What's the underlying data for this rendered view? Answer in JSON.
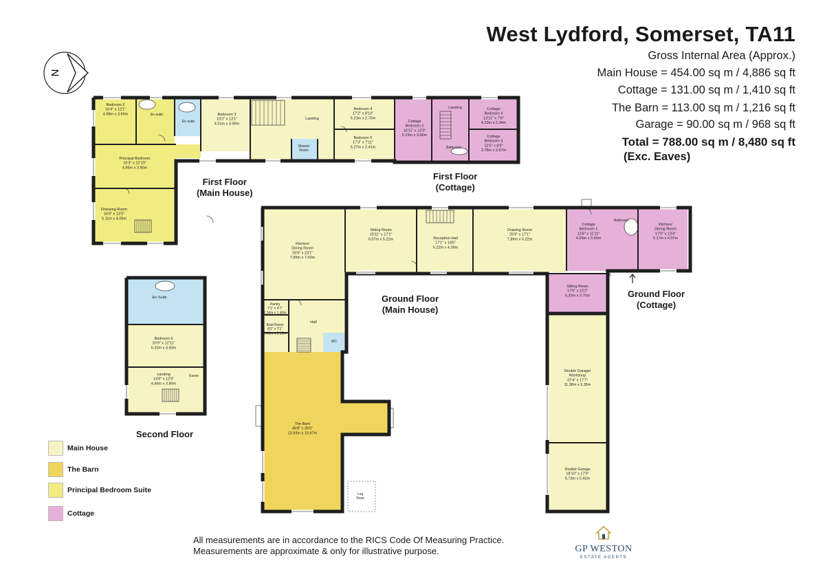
{
  "header": {
    "title": "West Lydford, Somerset, TA11",
    "gia": "Gross Internal Area (Approx.)",
    "areas": [
      "Main House = 454.00 sq m / 4,886 sq ft",
      "Cottage = 131.00 sq m / 1,410 sq ft",
      "The Barn = 113.00 sq m / 1,216 sq ft",
      "Garage = 90.00 sq m / 968 sq ft"
    ],
    "total": "Total = 788.00 sq m / 8,480 sq ft",
    "exc": "(Exc. Eaves)"
  },
  "compass": {
    "letter": "N"
  },
  "floor_labels": {
    "first_main_1": "First Floor",
    "first_main_2": "(Main House)",
    "first_cottage_1": "First Floor",
    "first_cottage_2": "(Cottage)",
    "ground_main_1": "Ground Floor",
    "ground_main_2": "(Main House)",
    "ground_cottage_1": "Ground Floor",
    "ground_cottage_2": "(Cottage)",
    "second": "Second Floor"
  },
  "colors": {
    "main_house": "#f7f4c4",
    "barn": "#efd55e",
    "principal_suite": "#f1ec82",
    "cottage": "#e6b1d9",
    "ensuite": "#c3e3f2",
    "wall": "#1e1e1e"
  },
  "legend": [
    {
      "label": "Main House",
      "color": "#f7f4c4"
    },
    {
      "label": "The Barn",
      "color": "#efd55e"
    },
    {
      "label": "Principal Bedroom Suite",
      "color": "#f1ec82"
    },
    {
      "label": "Cottage",
      "color": "#e6b1d9"
    }
  ],
  "rooms": {
    "bed2": [
      "Bedroom 2",
      "16'4\" x 12'1\"",
      "4.98m x 3.69m"
    ],
    "ensuite_a": [
      "En-suite"
    ],
    "ensuite_b": [
      "En-suite"
    ],
    "bed3": [
      "Bedroom 3",
      "13'2\" x 13'1\"",
      "4.01m x 3.99m"
    ],
    "landing_ff": [
      "Landing"
    ],
    "bed4": [
      "Bedroom 4",
      "17'2\" x 8'10\"",
      "5.23m x 2.70m"
    ],
    "shower": [
      "Shower",
      "Room"
    ],
    "bed5": [
      "Bedroom 5",
      "17'3\" x 7'11\"",
      "5.27m x 2.41m"
    ],
    "principal": [
      "Principal Bedroom",
      "16'3\" x 12'10\"",
      "4.95m x 3.90m"
    ],
    "dressing": [
      "Dressing Room",
      "16'9\" x 13'3\"",
      "5.11m x 4.05m"
    ],
    "c_landing": [
      "Landing"
    ],
    "c_bed4": [
      "Cottage",
      "Bedroom 4",
      "13'11\" x 7'8\"",
      "4.23m x 2.34m"
    ],
    "c_bed2": [
      "Cottage",
      "Bedroom 2",
      "16'11\" x 12'0\"",
      "5.15m x 3.66m"
    ],
    "c_bath": [
      "Bathroom"
    ],
    "c_bed3": [
      "Cottage",
      "Bedroom 3",
      "12'5\" x 8'9\"",
      "3.78m x 2.67m"
    ],
    "kitchen": [
      "Kitchen/",
      "Dining Room",
      "25'9\" x 23'1\"",
      "7.85m x 7.03m"
    ],
    "sitting": [
      "Sitting Room",
      "19'11\" x 17'1\"",
      "6.07m x 5.22m"
    ],
    "reception": [
      "Reception Hall",
      "17'1\" x 14'5\"",
      "5.22m x 4.39m"
    ],
    "drawing": [
      "Drawing Room",
      "25'9\" x 17'1\"",
      "7.86m x 5.22m"
    ],
    "pantry": [
      "Pantry",
      "7'1\" x 4'7\"",
      "2.16m x 1.40m"
    ],
    "boot": [
      "Boot Room",
      "8'2\" x 7'1\"",
      "2.49m x 2.15m"
    ],
    "hall": [
      "Hall"
    ],
    "wc": [
      "WC"
    ],
    "barn": [
      "The Barn",
      "45'8\" x 35'0\"",
      "13.93m x 10.67m"
    ],
    "log": [
      "Log",
      "Store"
    ],
    "c_bed1": [
      "Cottage",
      "Bedroom 1",
      "13'8\" x 11'10\"",
      "4.09m x 3.60m"
    ],
    "c_bathroom": [
      "Bathroom"
    ],
    "c_kitchen": [
      "Kitchen/",
      "Dining Room",
      "17'0\" x 13'4\"",
      "5.17m x 4.07m"
    ],
    "c_sitting": [
      "Sitting Room",
      "17'5\" x 12'2\"",
      "5.30m x 3.70m"
    ],
    "garage_ws": [
      "Double Garage/",
      "Workshop",
      "37'4\" x 17'7\"",
      "11.38m x 5.35m"
    ],
    "garage": [
      "Double Garage",
      "18'10\" x 17'9\"",
      "5.73m x 5.42m"
    ],
    "sf_ensuite": [
      "En-Suite"
    ],
    "bed6": [
      "Bedroom 6",
      "20'9\" x 12'11\"",
      "6.32m x 3.93m"
    ],
    "sf_landing": [
      "Landing",
      "14'8\" x 12'9\"",
      "4.46m x 3.89m"
    ],
    "eaves": [
      "Eaves"
    ]
  },
  "disclaimer": [
    "All measurements are in accordance to the RICS Code Of Measuring Practice.",
    "Measurements are approximate & only for illustrative purpose."
  ],
  "logo": {
    "name": "GP WESTON",
    "sub": "ESTATE AGENTS"
  }
}
